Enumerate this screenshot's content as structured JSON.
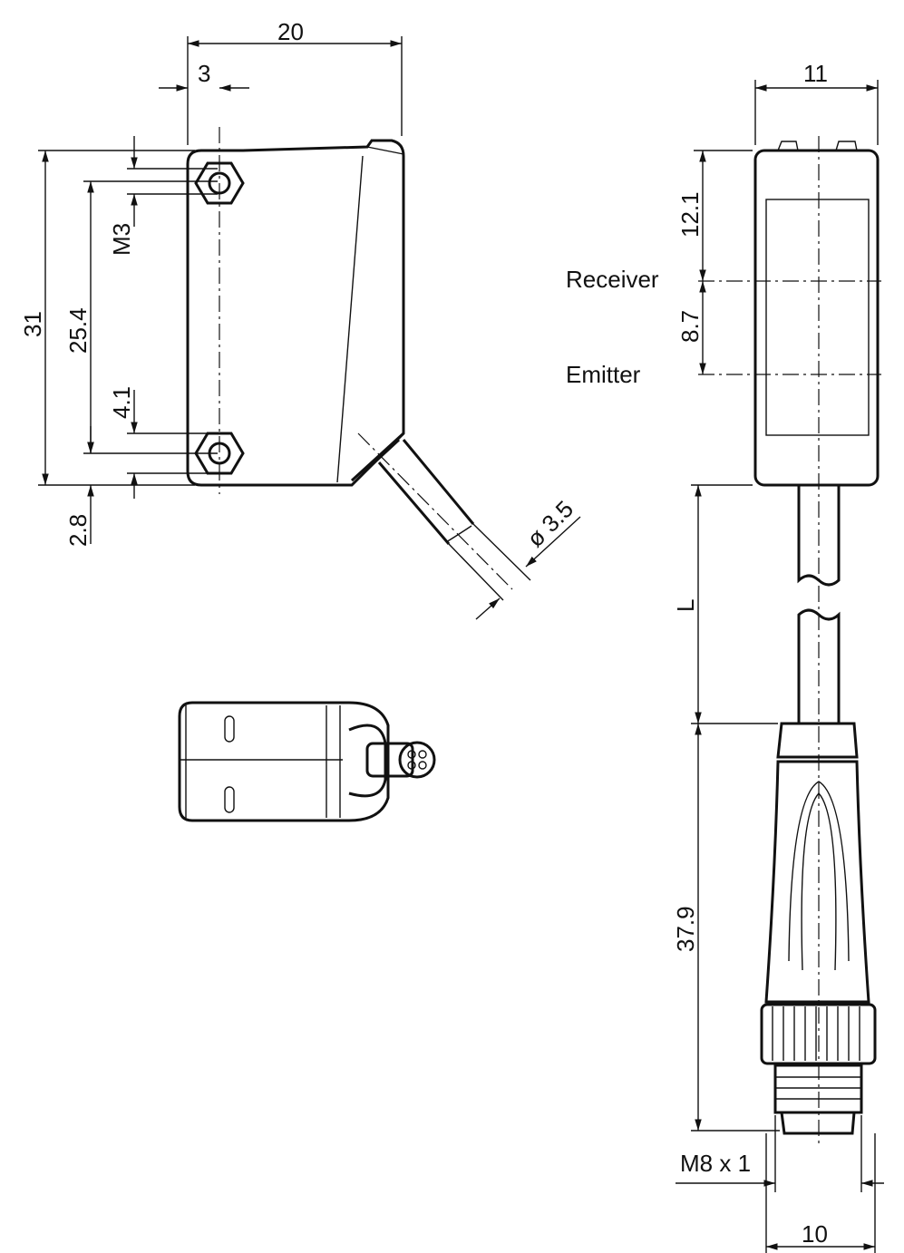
{
  "drawing": {
    "side_view": {
      "width_dim": "20",
      "hole_offset_dim": "3",
      "height_dim": "31",
      "hole_pitch_dim": "25.4",
      "thread_label": "M3",
      "hole_dim": "4.1",
      "bottom_offset_dim": "2.8",
      "cable_diameter_dim": "ø 3.5"
    },
    "front_view": {
      "width_dim": "11",
      "receiver_dim": "12.1",
      "receiver_label": "Receiver",
      "emitter_dim": "8.7",
      "emitter_label": "Emitter",
      "cable_length_dim": "L",
      "connector_length_dim": "37.9",
      "thread_label": "M8 x 1",
      "connector_width_dim": "10"
    }
  }
}
